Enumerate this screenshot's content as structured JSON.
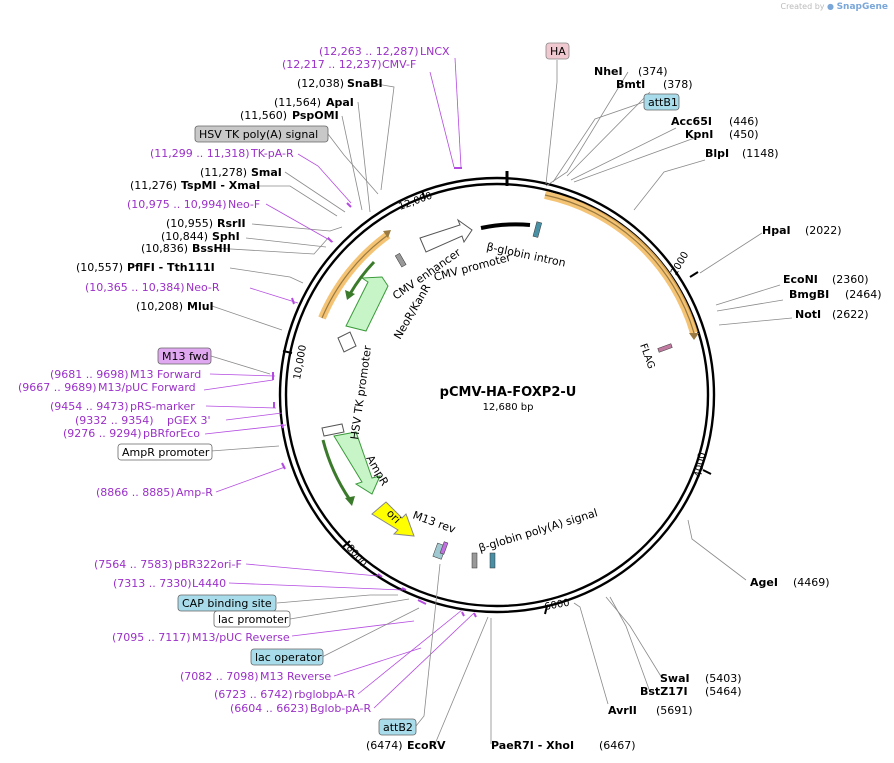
{
  "credit": {
    "prefix": "Created by",
    "brand": "SnapGene"
  },
  "plasmid": {
    "name": "pCMV-HA-FOXP2-U",
    "size": "12,680 bp"
  },
  "colors": {
    "enzyme": "#000000",
    "primer": "#9b30c8",
    "leader": "#8a8a8a",
    "primer_leader": "#b44be0",
    "feature_fill": "#c8f5c8",
    "feature_stroke": "#3a9a3a",
    "orf_orange": "#f2b95c",
    "ori_yellow": "#ffff00"
  },
  "ticks": [
    "2000",
    "4000",
    "6000",
    "8000",
    "10,000",
    "12,000"
  ],
  "enzymes": [
    {
      "name": "NheI",
      "pos": "(374)"
    },
    {
      "name": "BmtI",
      "pos": "(378)"
    },
    {
      "name": "Acc65I",
      "pos": "(446)"
    },
    {
      "name": "KpnI",
      "pos": "(450)"
    },
    {
      "name": "BlpI",
      "pos": "(1148)"
    },
    {
      "name": "HpaI",
      "pos": "(2022)"
    },
    {
      "name": "EcoNI",
      "pos": "(2360)"
    },
    {
      "name": "BmgBI",
      "pos": "(2464)"
    },
    {
      "name": "NotI",
      "pos": "(2622)"
    },
    {
      "name": "AgeI",
      "pos": "(4469)"
    },
    {
      "name": "SwaI",
      "pos": "(5403)"
    },
    {
      "name": "BstZ17I",
      "pos": "(5464)"
    },
    {
      "name": "AvrII",
      "pos": "(5691)"
    },
    {
      "name": "PaeR7I - XhoI",
      "pos": "(6467)"
    },
    {
      "name": "EcoRV",
      "pos": "(6474)"
    },
    {
      "name": "MluI",
      "pos": "(10,208)"
    },
    {
      "name": "PflFI - Tth111I",
      "pos": "(10,557)"
    },
    {
      "name": "BssHII",
      "pos": "(10,836)"
    },
    {
      "name": "SphI",
      "pos": "(10,844)"
    },
    {
      "name": "RsrII",
      "pos": "(10,955)"
    },
    {
      "name": "TspMI - XmaI",
      "pos": "(11,276)"
    },
    {
      "name": "SmaI",
      "pos": "(11,278)"
    },
    {
      "name": "PspOMI",
      "pos": "(11,560)"
    },
    {
      "name": "ApaI",
      "pos": "(11,564)"
    },
    {
      "name": "SnaBI",
      "pos": "(12,038)"
    }
  ],
  "primers": [
    {
      "range": "(12,263 .. 12,287)",
      "name": "LNCX"
    },
    {
      "range": "(12,217 .. 12,237)",
      "name": "CMV-F"
    },
    {
      "range": "(11,299 .. 11,318)",
      "name": "TK-pA-R"
    },
    {
      "range": "(10,975 .. 10,994)",
      "name": "Neo-F"
    },
    {
      "range": "(10,365 .. 10,384)",
      "name": "Neo-R"
    },
    {
      "range": "(9681 .. 9698)",
      "name": "M13 Forward"
    },
    {
      "range": "(9667 .. 9689)",
      "name": "M13/pUC Forward"
    },
    {
      "range": "(9454 .. 9473)",
      "name": "pRS-marker"
    },
    {
      "range": "(9332 .. 9354)",
      "name": "pGEX 3'"
    },
    {
      "range": "(9276 .. 9294)",
      "name": "pBRforEco"
    },
    {
      "range": "(8866 .. 8885)",
      "name": "Amp-R"
    },
    {
      "range": "(7564 .. 7583)",
      "name": "pBR322ori-F"
    },
    {
      "range": "(7313 .. 7330)",
      "name": "L4440"
    },
    {
      "range": "(7095 .. 7117)",
      "name": "M13/pUC Reverse"
    },
    {
      "range": "(7082 .. 7098)",
      "name": "M13 Reverse"
    },
    {
      "range": "(6723 .. 6742)",
      "name": "rbglobpA-R"
    },
    {
      "range": "(6604 .. 6623)",
      "name": "Bglob-pA-R"
    }
  ],
  "boxed_features": [
    {
      "label": "HA"
    },
    {
      "label": "attB1"
    },
    {
      "label": "HSV TK poly(A) signal"
    },
    {
      "label": "M13 fwd"
    },
    {
      "label": "AmpR promoter"
    },
    {
      "label": "CAP binding site"
    },
    {
      "label": "lac promoter"
    },
    {
      "label": "lac operator"
    },
    {
      "label": "attB2"
    }
  ],
  "inner_labels": [
    {
      "label": "CMV enhancer"
    },
    {
      "label": "CMV promoter"
    },
    {
      "label": "β-globin intron"
    },
    {
      "label": "NeoR/KanR"
    },
    {
      "label": "HSV TK promoter"
    },
    {
      "label": "FLAG"
    },
    {
      "label": "AmpR"
    },
    {
      "label": "ori"
    },
    {
      "label": "M13 rev"
    },
    {
      "label": "β-globin poly(A) signal"
    }
  ]
}
